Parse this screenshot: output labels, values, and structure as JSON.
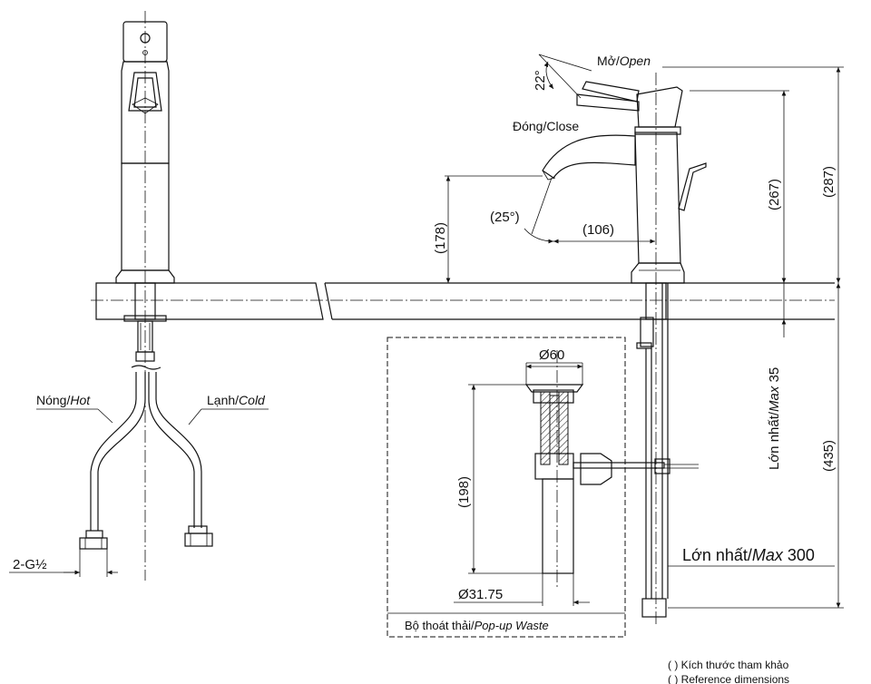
{
  "labels": {
    "open_vi": "Mở/",
    "open_en": "Open",
    "close": "Đóng/Close",
    "angle_22": "22°",
    "angle_25": "(25°)",
    "dim_106": "(106)",
    "dim_178": "(178)",
    "dim_267": "(267)",
    "dim_287": "(287)",
    "dim_435": "(435)",
    "max35_vi": "Lớn nhất/",
    "max35_en": "Max",
    "max35_val": " 35",
    "max300_vi": "Lớn nhất/",
    "max300_en": "Max",
    "max300_val": " 300",
    "dim_60": "Ø60",
    "dim_198": "(198)",
    "dim_3175": "Ø31.75",
    "waste_vi": "Bộ thoát thải/",
    "waste_en": "Pop-up Waste",
    "hot_vi": "Nóng/",
    "hot_en": "Hot",
    "cold_vi": "Lạnh/",
    "cold_en": "Cold",
    "thread": "2-G½",
    "note1": "( ) Kích thước tham khảo",
    "note2": "( ) Reference dimensions"
  }
}
